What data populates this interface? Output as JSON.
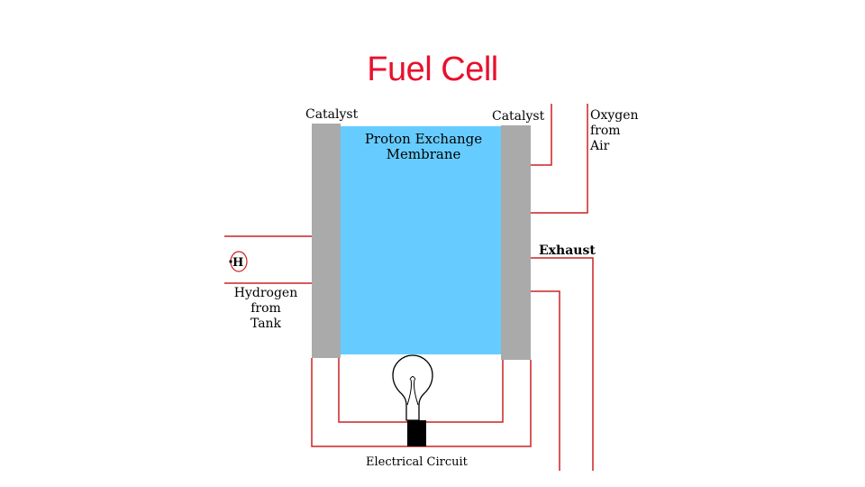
{
  "title": "Fuel Cell",
  "colors": {
    "title": "#e8112d",
    "membrane": "#66ccff",
    "catalyst": "#aaaaaa",
    "wire": "#cc2222",
    "bulb_base": "#000000"
  },
  "labels": {
    "catalyst_left": "Catalyst",
    "catalyst_right": "Catalyst",
    "membrane_line1": "Proton Exchange",
    "membrane_line2": "Membrane",
    "oxygen_line1": "Oxygen",
    "oxygen_line2": "from",
    "oxygen_line3": "Air",
    "exhaust": "Exhaust",
    "hydrogen_symbol": "H",
    "hydrogen_line1": "Hydrogen",
    "hydrogen_line2": "from",
    "hydrogen_line3": "Tank",
    "circuit": "Electrical Circuit"
  },
  "icons": {
    "bulb": "light-bulb-icon"
  }
}
